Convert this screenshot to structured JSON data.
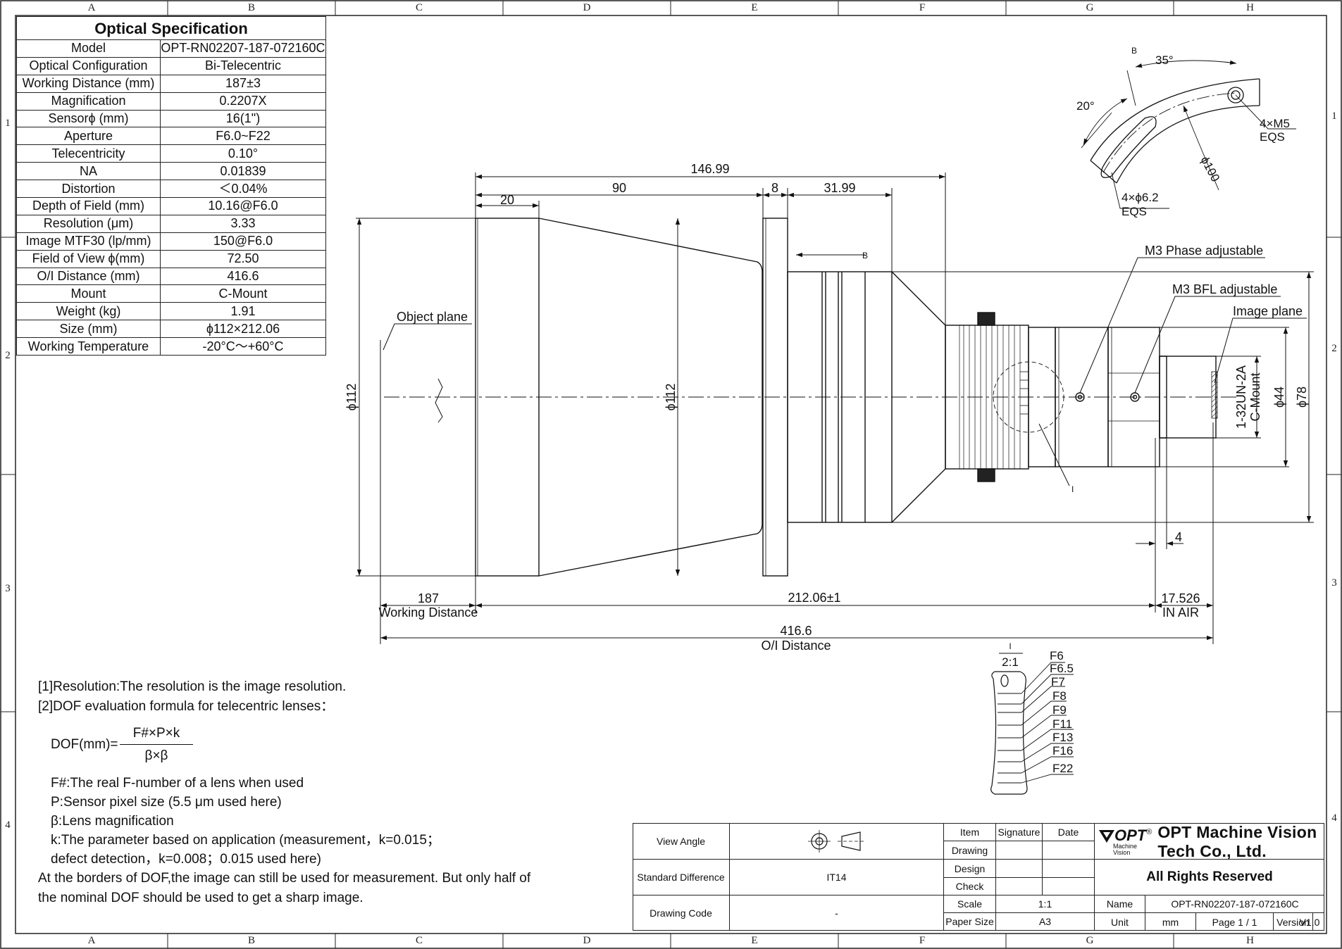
{
  "zones": {
    "columns": [
      "A",
      "B",
      "C",
      "D",
      "E",
      "F",
      "G",
      "H"
    ],
    "rows": [
      "1",
      "2",
      "3",
      "4"
    ]
  },
  "spec": {
    "title": "Optical Specification",
    "rows": [
      {
        "label": "Model",
        "value": "OPT-RN02207-187-072160C"
      },
      {
        "label": "Optical Configuration",
        "value": "Bi-Telecentric"
      },
      {
        "label": "Working Distance (mm)",
        "value": "187±3"
      },
      {
        "label": "Magnification",
        "value": "0.2207X"
      },
      {
        "label": "Sensorϕ (mm)",
        "value": "16(1\")"
      },
      {
        "label": "Aperture",
        "value": "F6.0~F22"
      },
      {
        "label": "Telecentricity",
        "value": "0.10°"
      },
      {
        "label": "NA",
        "value": "0.01839"
      },
      {
        "label": "Distortion",
        "value": "＜0.04%"
      },
      {
        "label": "Depth of Field (mm)",
        "value": "10.16@F6.0"
      },
      {
        "label": "Resolution (μm)",
        "value": "3.33"
      },
      {
        "label": "Image MTF30 (lp/mm)",
        "value": "150@F6.0"
      },
      {
        "label": "Field of View ϕ(mm)",
        "value": "72.50"
      },
      {
        "label": "O/I Distance (mm)",
        "value": "416.6"
      },
      {
        "label": "Mount",
        "value": "C-Mount"
      },
      {
        "label": "Weight (kg)",
        "value": "1.91"
      },
      {
        "label": "Size (mm)",
        "value": "ϕ112×212.06"
      },
      {
        "label": "Working Temperature",
        "value": "-20°C～+60°C"
      }
    ]
  },
  "notes": {
    "line1": "[1]Resolution:The resolution is  the image resolution.",
    "line2": "[2]DOF evaluation formula for telecentric lenses：",
    "formula_label": "DOF(mm)=",
    "formula_numerator": "F#×P×k",
    "formula_denominator": "β×β",
    "def_f": "F#:The real F-number of a lens when used",
    "def_p": "P:Sensor pixel size (5.5 μm used here)",
    "def_beta": "β:Lens magnification",
    "def_k1": "k:The parameter based on application (measurement，k=0.015；",
    "def_k2": "defect detection，k=0.008；0.015 used here)",
    "footer1": "At the borders of DOF,the image can still be used for measurement. But only half of",
    "footer2": "the nominal DOF should be used to get a sharp image."
  },
  "drawing": {
    "dim_total_146": "146.99",
    "dim_90": "90",
    "dim_20": "20",
    "dim_8": "8",
    "dim_31": "31.99",
    "dim_phi112_left": "ϕ112",
    "dim_phi112_mid": "ϕ112",
    "dim_phi44": "ϕ44",
    "dim_phi78": "ϕ78",
    "dim_thread": "1-32UN-2A",
    "dim_cmount": "C-Mount",
    "dim_4": "4",
    "dim_187": "187",
    "working_distance": "Working Distance",
    "dim_212": "212.06±1",
    "dim_17": "17.526",
    "in_air": "IN AIR",
    "dim_416": "416.6",
    "oi_distance": "O/I Distance",
    "object_plane": "Object plane",
    "image_plane": "Image plane",
    "m3_phase": "M3 Phase adjustable",
    "m3_bfl": "M3 BFL adjustable",
    "view_b_label": "B",
    "view_b_ref": "B",
    "detail_i_ref": "I",
    "detail_i_label": "I",
    "detail_scale": "2:1",
    "angle_35": "35°",
    "angle_20": "20°",
    "m5": "4×M5",
    "m5_eqs": "EQS",
    "phi62": "4×ϕ6.2",
    "phi62_eqs": "EQS",
    "phi100": "ϕ100",
    "fstops": [
      "F6",
      "F6.5",
      "F7",
      "F8",
      "F9",
      "F11",
      "F13",
      "F16",
      "F22"
    ]
  },
  "titleblock": {
    "view_angle": "View Angle",
    "standard_difference": "Standard Difference",
    "std_value": "IT14",
    "drawing_code": "Drawing Code",
    "drawing_code_value": "-",
    "item": "Item",
    "signature": "Signature",
    "date": "Date",
    "drawing": "Drawing",
    "design": "Design",
    "check": "Check",
    "scale": "Scale",
    "scale_value": "1:1",
    "paper_size": "Paper Size",
    "paper_value": "A3",
    "logo_text": "OPT",
    "logo_sub": "Machine Vision",
    "company": "OPT Machine Vision Tech Co., Ltd.",
    "rights": "All Rights Reserved",
    "name": "Name",
    "name_value": "OPT-RN02207-187-072160C",
    "unit": "Unit",
    "unit_value": "mm",
    "page": "Page  1 / 1",
    "version": "Version",
    "version_value": "V1.0"
  }
}
